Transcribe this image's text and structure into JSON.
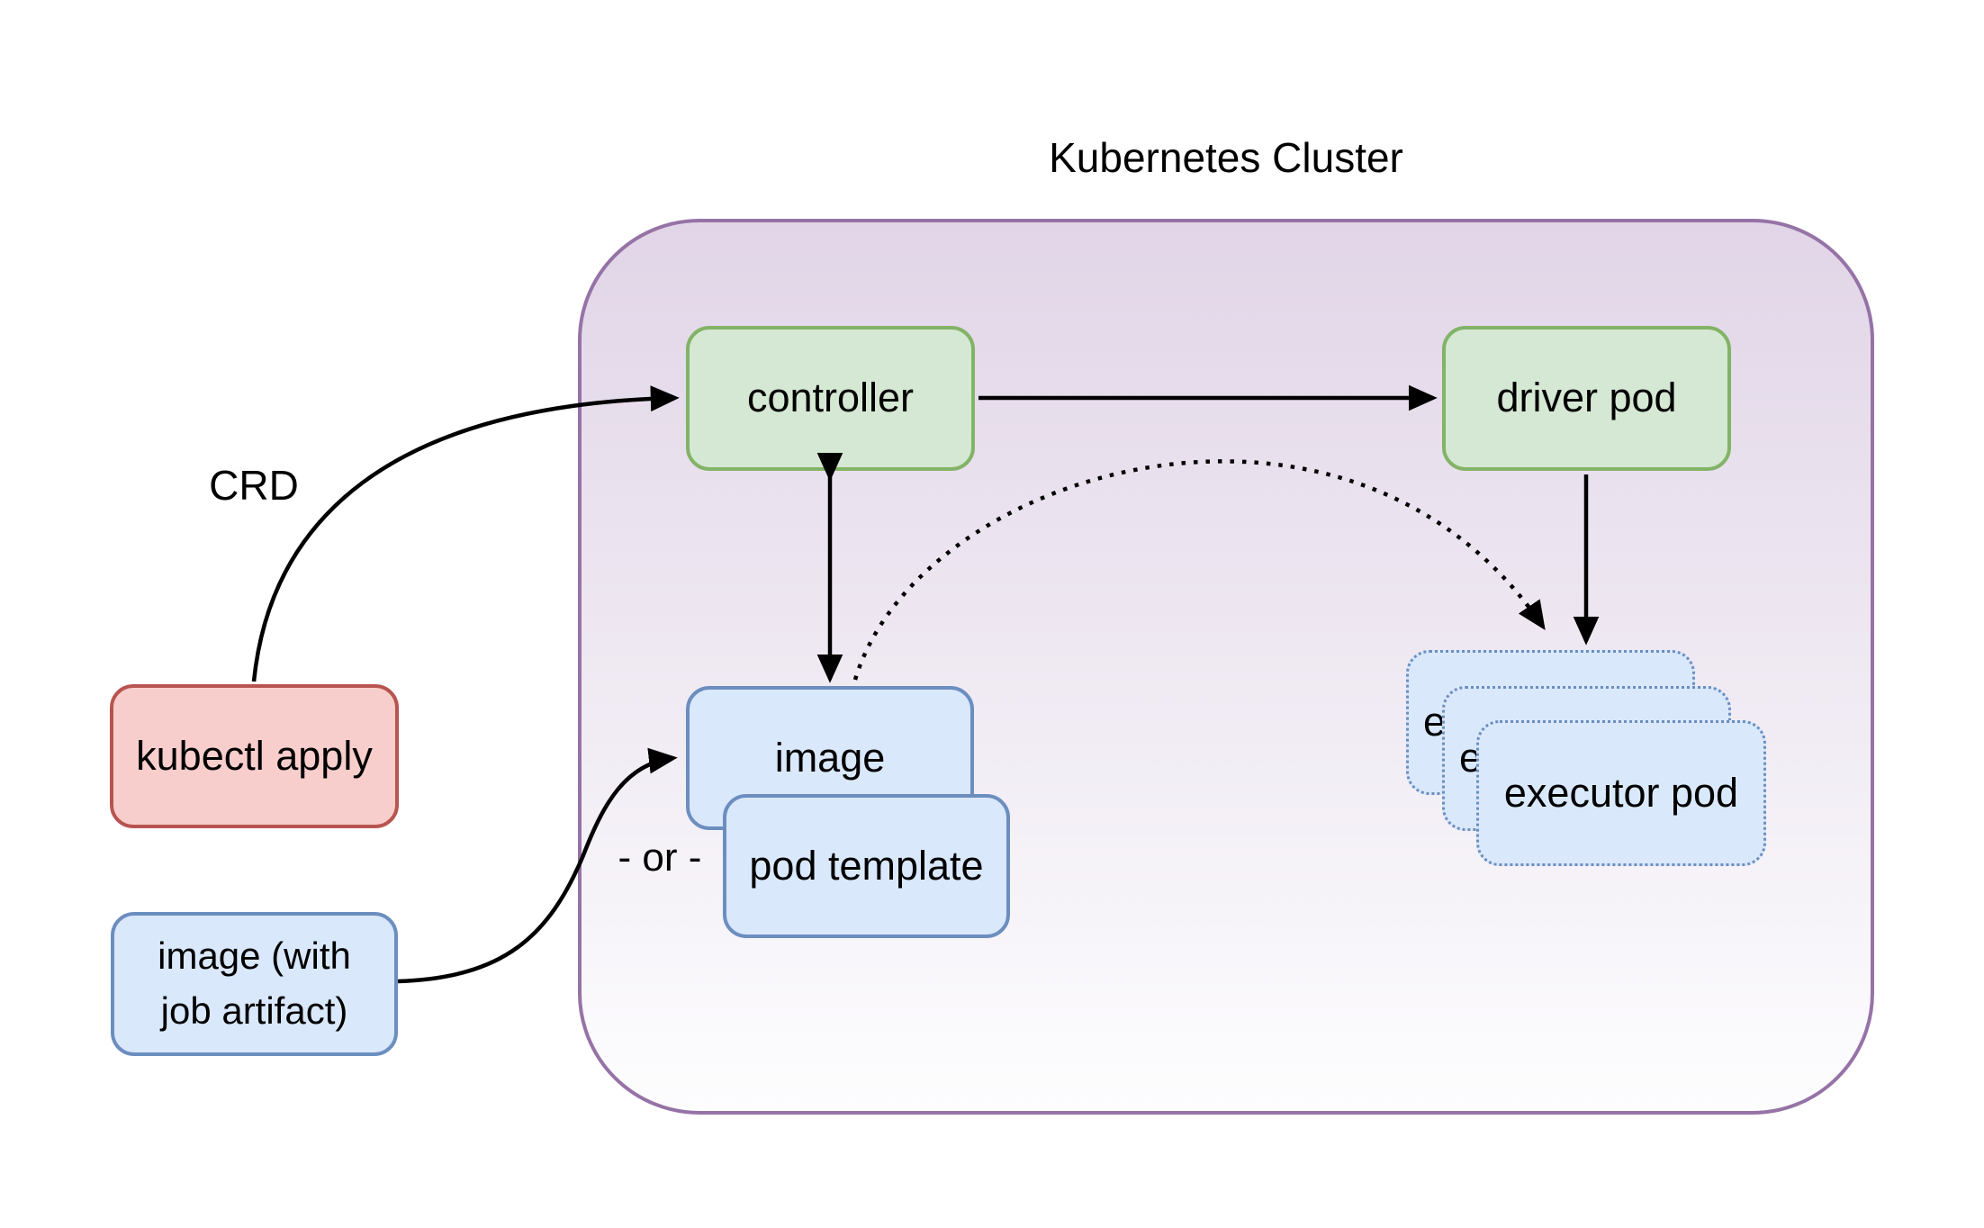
{
  "diagram": {
    "title": "Kubernetes Cluster",
    "nodes": {
      "controller": "controller",
      "driver_pod": "driver pod",
      "image": "image",
      "pod_template": "pod template",
      "executor_pods": [
        "executor pod",
        "executor pod",
        "executor pod"
      ],
      "kubectl_apply": "kubectl apply",
      "image_with_job_artifact": "image (with job artifact)"
    },
    "annotations": {
      "crd": "CRD",
      "or": "- or -"
    },
    "edges": [
      {
        "from": "kubectl_apply",
        "to": "controller",
        "label": "CRD",
        "style": "solid-curve"
      },
      {
        "from": "controller",
        "to": "driver_pod",
        "style": "solid"
      },
      {
        "from": "controller",
        "to": "image",
        "style": "solid-double-arrow"
      },
      {
        "from": "driver_pod",
        "to": "executor_pods",
        "style": "solid"
      },
      {
        "from": "image",
        "to": "executor_pods",
        "style": "dotted-curve"
      },
      {
        "from": "image_with_job_artifact",
        "to": "image",
        "style": "solid-curve"
      }
    ],
    "colors": {
      "cluster_fill_top": "#e1d5e7",
      "cluster_fill_bottom": "#fdfdfe",
      "cluster_border": "#9673a6",
      "green_fill": "#d5e8d4",
      "green_border": "#82b366",
      "blue_fill": "#dae8fc",
      "blue_border": "#6c8ebf",
      "red_fill": "#f8cecc",
      "red_border": "#b85450",
      "arrow": "#000000"
    }
  }
}
